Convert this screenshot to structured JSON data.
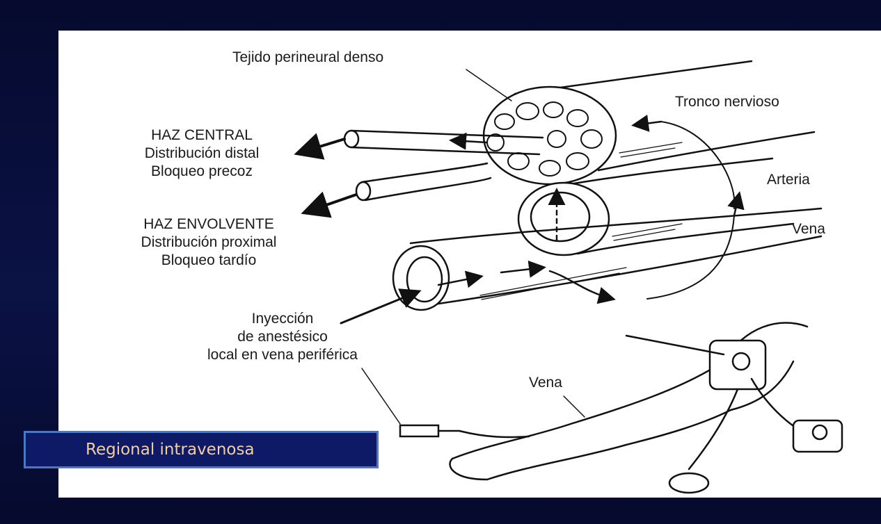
{
  "labels": {
    "dense_tissue": "Tejido perineural denso",
    "nerve_trunk": "Tronco nervioso",
    "central_bundle": {
      "title": "HAZ CENTRAL",
      "line1": "Distribución distal",
      "line2": "Bloqueo precoz"
    },
    "artery": "Arteria",
    "enveloping_bundle": {
      "title": "HAZ ENVOLVENTE",
      "line1": "Distribución proximal",
      "line2": "Bloqueo tardío"
    },
    "vein_top": "Vena",
    "injection": {
      "line1": "Inyección",
      "line2": "de anestésico",
      "line3": "local en vena periférica"
    },
    "vein_arm": "Vena"
  },
  "caption": "Regional intravenosa",
  "colors": {
    "background": "#0a0f3a",
    "caption_bg": "#0e1a66",
    "caption_border": "#4a78c4",
    "caption_text": "#f3cf9e"
  }
}
